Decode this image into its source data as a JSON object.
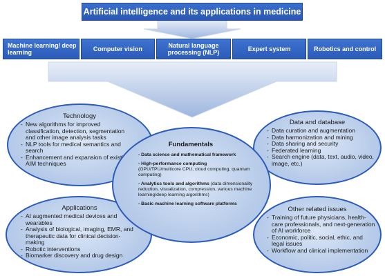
{
  "title": "Artificial intelligence and its applications in medicine",
  "categories": [
    "Machine learning/ deep learning",
    "Computer vision",
    "Natural language processing (NLP)",
    "Expert system",
    "Robotics and control"
  ],
  "technology": {
    "heading": "Technology",
    "items": [
      "New algorithms for improved classification, detection, segmentation and other image analysis tasks",
      "NLP tools for medical semantics and search",
      "Enhancement and expansion of existing AIM techniques"
    ]
  },
  "data_and_database": {
    "heading": "Data and database",
    "items": [
      "Data curation and augmentation",
      "Data harmonization and mining",
      "Data sharing and security",
      "Federated learning",
      "Search engine (data, text, audio, video, image, etc.)"
    ]
  },
  "fundamentals": {
    "heading": "Fundamentals",
    "items": [
      {
        "head": "Data science and mathematical framework",
        "detail": ""
      },
      {
        "head": "High-performance computing",
        "detail": "(GPU/TPU/multicore CPU, cloud computing, quantum computing)"
      },
      {
        "head": "Analytics tools and algorithms",
        "detail": "(data dimensionality reduction, visualization, compression, various machine learning/deep learning algorithms)"
      },
      {
        "head": "Basic machine learning software platforms",
        "detail": ""
      }
    ]
  },
  "applications": {
    "heading": "Applications",
    "items": [
      "AI augmented medical devices and wearables",
      "Analysis of biological, imaging, EMR, and therapeutic data for clinical decision-making",
      "Robotic interventions",
      "Biomarker discovery and drug design"
    ]
  },
  "other_issues": {
    "heading": "Other related issues",
    "items": [
      "Training of future physicians, health-care professionals, and next-generation of AI workforce",
      "Economic, politic, social, ethic, and legal issues",
      "Workflow and clinical implementation"
    ]
  },
  "colors": {
    "box_blue": "#2c5bb8",
    "ellipse_fill": "#b9cdea",
    "arrow_fill": "#b8cbe8"
  }
}
